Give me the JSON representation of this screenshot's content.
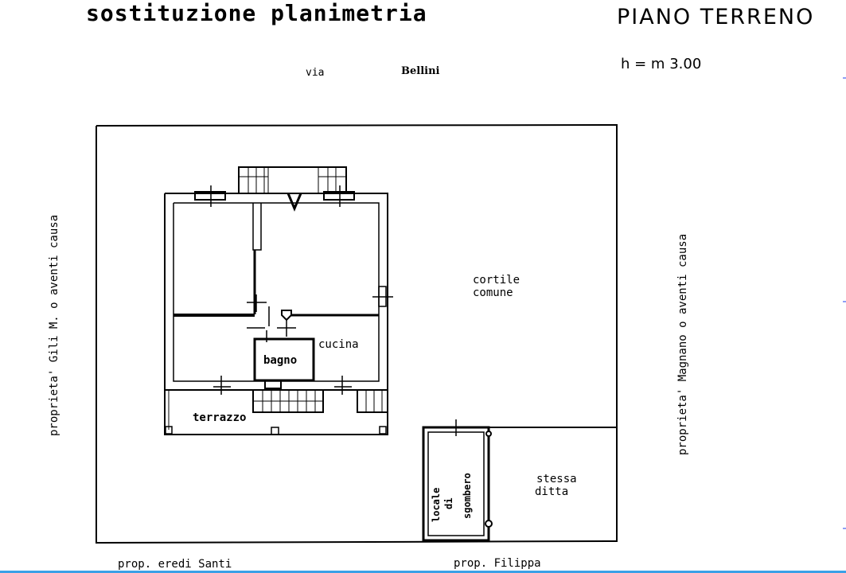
{
  "document": {
    "title": "sostituzione planimetria",
    "floor_label": "PIANO TERRENO",
    "ceiling_height": "h = m 3.00",
    "street": {
      "prefix": "via",
      "name": "Bellini"
    },
    "neighbors": {
      "left": "proprieta' Gili M. o aventi causa",
      "right": "proprieta' Magnano o aventi causa",
      "bottom_left": "prop. eredi Santi",
      "bottom_right": "prop. Filippa"
    },
    "areas": {
      "courtyard": [
        "cortile",
        "comune"
      ],
      "kitchen": "cucina",
      "bathroom": "bagno",
      "terrace": "terrazzo",
      "storage": [
        "locale",
        "di",
        "sgombero"
      ],
      "same_owner": [
        "stessa",
        "ditta"
      ]
    }
  },
  "colors": {
    "ink": "#000000",
    "paper": "#ffffff",
    "bottom_bar": "#3aa0e6",
    "edge_marks": "#8e9ef5"
  }
}
